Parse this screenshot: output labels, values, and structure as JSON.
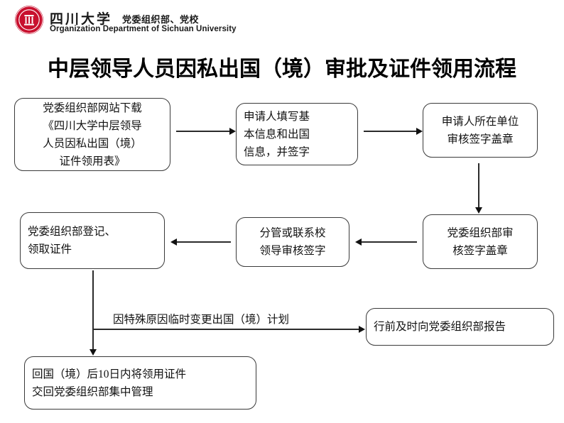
{
  "header": {
    "logo_name": "sichuan-university-seal-logo",
    "brand_cn": "四川大学",
    "brand_dept": "党委组织部、党校",
    "brand_en": "Organization Department of Sichuan University",
    "seal_color": "#c8102e"
  },
  "title": "中层领导人员因私出国（境）审批及证件领用流程",
  "flow": {
    "nodes": [
      {
        "id": "n1",
        "text": "党委组织部网站下载\n《四川大学中层领导\n人员因私出国（境）\n证件领用表》"
      },
      {
        "id": "n2",
        "text": "申请人填写基\n本信息和出国\n信息，并签字"
      },
      {
        "id": "n3",
        "text": "申请人所在单位\n审核签字盖章"
      },
      {
        "id": "n4",
        "text": "党委组织部审\n核签字盖章"
      },
      {
        "id": "n5",
        "text": "分管或联系校\n领导审核签字"
      },
      {
        "id": "n6",
        "text": "党委组织部登记、\n领取证件"
      },
      {
        "id": "n7",
        "text": "行前及时向党委组织部报告"
      },
      {
        "id": "n8",
        "text": "回国（境）后10日内将领用证件\n交回党委组织部集中管理"
      }
    ],
    "edges": [
      {
        "id": "e1",
        "from": "n1",
        "to": "n2",
        "direction": "right",
        "label": ""
      },
      {
        "id": "e2",
        "from": "n2",
        "to": "n3",
        "direction": "right",
        "label": ""
      },
      {
        "id": "e3",
        "from": "n3",
        "to": "n4",
        "direction": "down",
        "label": ""
      },
      {
        "id": "e4",
        "from": "n4",
        "to": "n5",
        "direction": "left",
        "label": ""
      },
      {
        "id": "e5",
        "from": "n5",
        "to": "n6",
        "direction": "left",
        "label": ""
      },
      {
        "id": "e6",
        "from": "n6",
        "to": "n8",
        "direction": "down",
        "label": ""
      },
      {
        "id": "e7",
        "from": "n6",
        "to": "n7",
        "direction": "right",
        "label": "因特殊原因临时变更出国（境）计划"
      }
    ]
  },
  "colors": {
    "line": "#2b2b2b",
    "box_border": "#3a3a3a",
    "text": "#111111",
    "background": "#ffffff"
  }
}
